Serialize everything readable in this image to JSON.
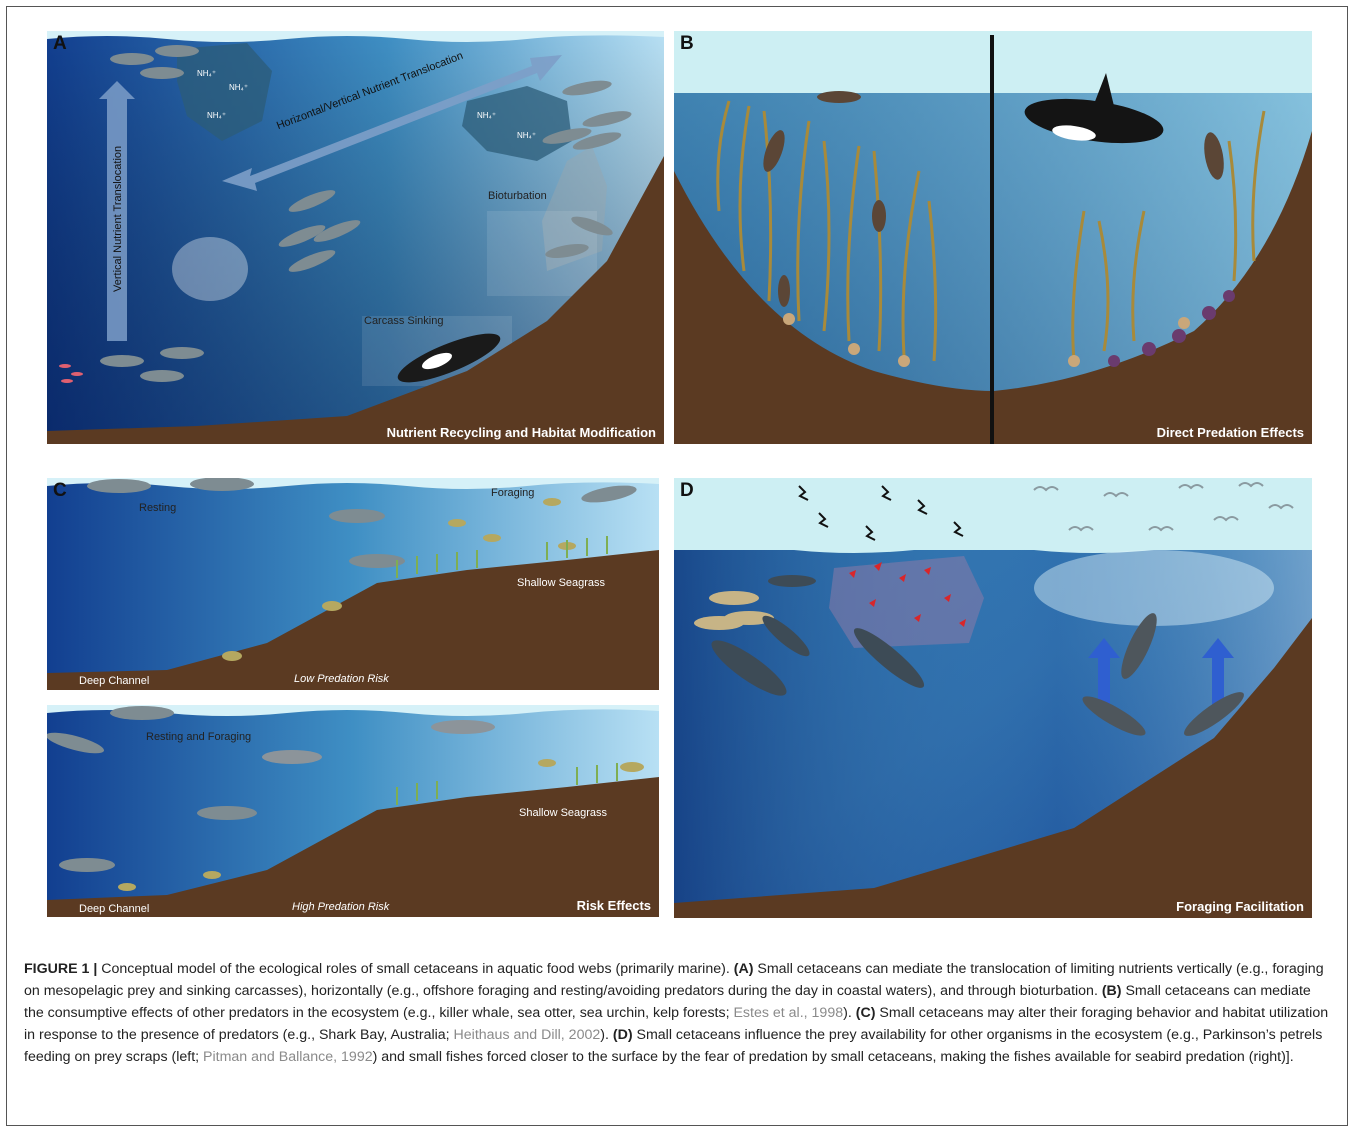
{
  "panels": {
    "a": {
      "label": "A",
      "title": "Nutrient Recycling and Habitat Modification",
      "vertical_label": "Vertical Nutrient Translocation",
      "horizontal_label": "Horizontal/Vertical Nutrient Translocation",
      "bioturbation_label": "Bioturbation",
      "carcass_label": "Carcass Sinking",
      "ammonium_label": "NH₄⁺"
    },
    "b": {
      "label": "B",
      "title": "Direct Predation Effects"
    },
    "c": {
      "label": "C",
      "title": "Risk Effects",
      "top": {
        "resting": "Resting",
        "foraging": "Foraging",
        "shallow": "Shallow Seagrass",
        "deep": "Deep Channel",
        "risk": "Low Predation Risk"
      },
      "bottom": {
        "resting_foraging": "Resting and Foraging",
        "shallow": "Shallow Seagrass",
        "deep": "Deep Channel",
        "risk": "High Predation Risk"
      }
    },
    "d": {
      "label": "D",
      "title": "Foraging Facilitation"
    }
  },
  "caption": {
    "figure_label": "FIGURE 1 |",
    "intro": " Conceptual model of the ecological roles of small cetaceans in aquatic food webs (primarily marine). ",
    "a_tag": "(A)",
    "a_text": " Small cetaceans can mediate the translocation of limiting nutrients vertically (e.g., foraging on mesopelagic prey and sinking carcasses), horizontally (e.g., offshore foraging and resting/avoiding predators during the day in coastal waters), and through bioturbation. ",
    "b_tag": "(B)",
    "b_text": " Small cetaceans can mediate the consumptive effects of other predators in the ecosystem (e.g., killer whale, sea otter, sea urchin, kelp forests; ",
    "b_cite": "Estes et al., 1998",
    "b_end": "). ",
    "c_tag": "(C)",
    "c_text": " Small cetaceans may alter their foraging behavior and habitat utilization in response to the presence of predators (e.g., Shark Bay, Australia; ",
    "c_cite": "Heithaus and Dill, 2002",
    "c_end": "). ",
    "d_tag": "(D)",
    "d_text": " Small cetaceans influence the prey availability for other organisms in the ecosystem (e.g., Parkinson’s petrels feeding on prey scraps (left; ",
    "d_cite": "Pitman and Ballance, 1992",
    "d_end": ") and small fishes forced closer to the surface by the fear of predation by small cetaceans, making the fishes available for seabird predation (right)]."
  },
  "colors": {
    "deep_water": "#0f3f8e",
    "shallow_water": "#a9dff0",
    "sky": "#cdeff3",
    "seafloor": "#5b3a22",
    "arrow": "#7d9ec8",
    "kelp": "#a88a3a",
    "blood": "#d9262a",
    "up_arrow": "#2f5fd0"
  }
}
